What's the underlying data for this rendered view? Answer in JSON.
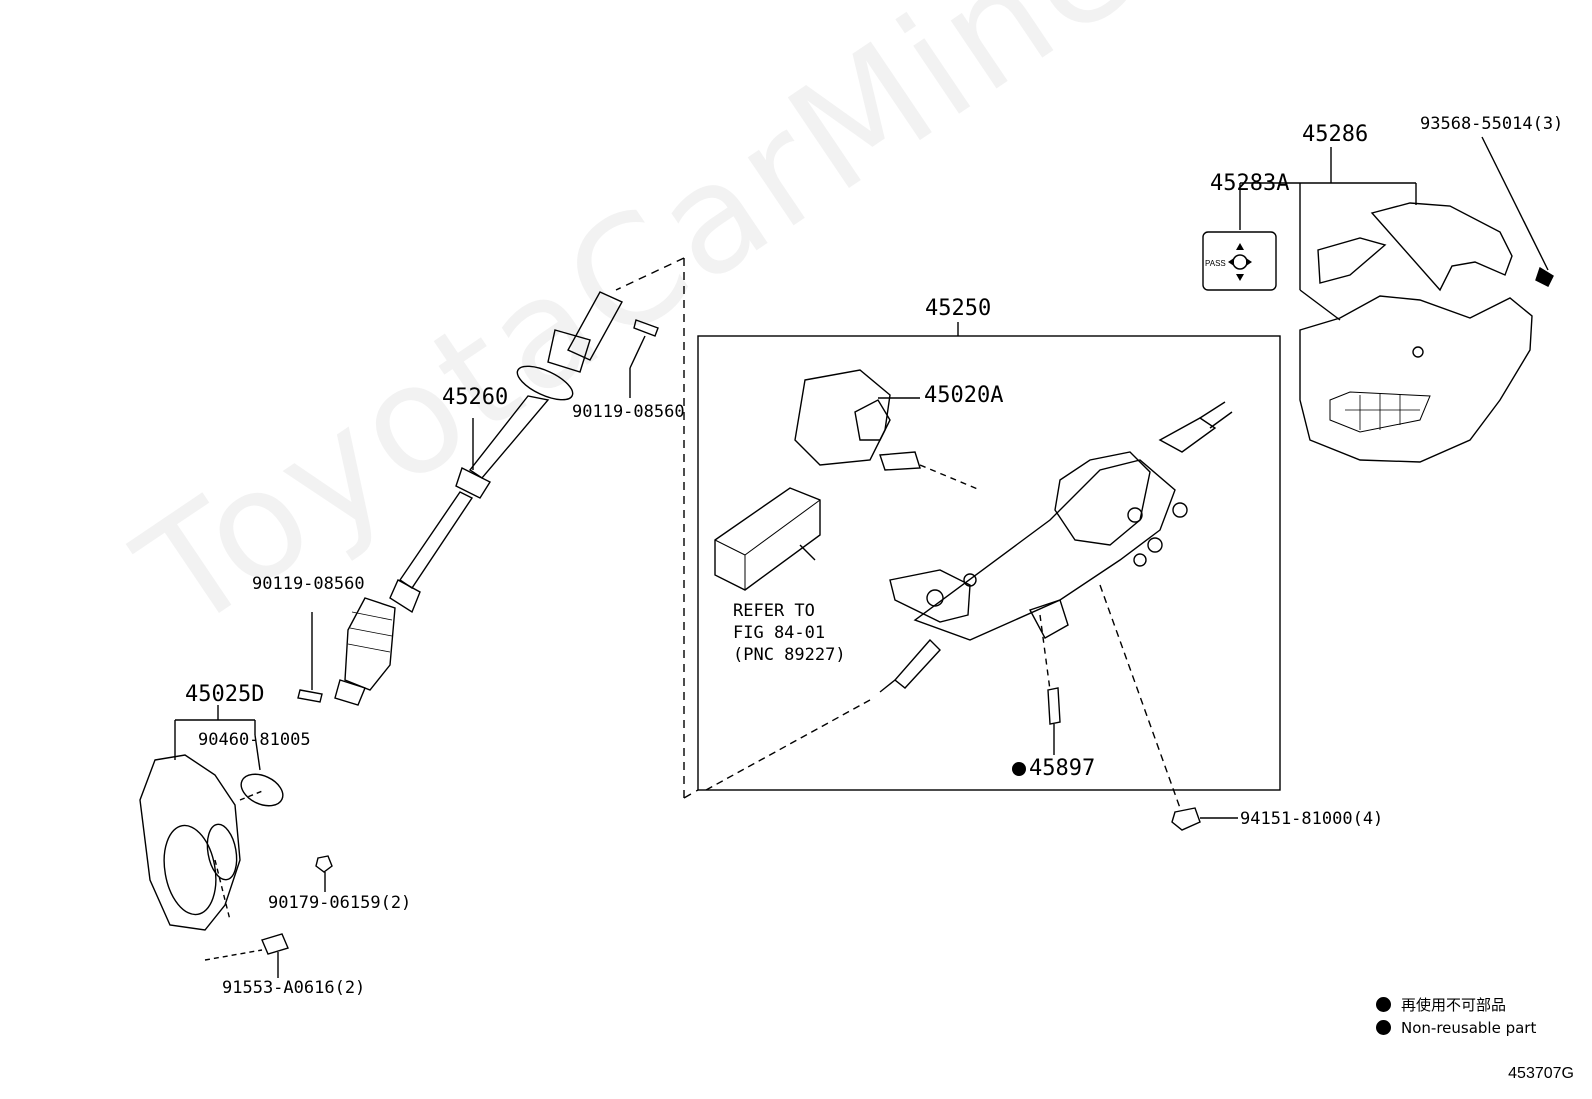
{
  "watermark": "ToyotaCarMiner.ru",
  "labels": {
    "p45286": "45286",
    "p93568": "93568-55014(3)",
    "p45283A": "45283A",
    "p45250": "45250",
    "p45020A": "45020A",
    "p45260": "45260",
    "p90119_top": "90119-08560",
    "p90119_left": "90119-08560",
    "p45025D": "45025D",
    "p90460": "90460-81005",
    "p90179": "90179-06159(2)",
    "p91553": "91553-A0616(2)",
    "p45897": "45897",
    "p94151": "94151-81000(4)",
    "refer_line1": "REFER TO",
    "refer_line2": "FIG 84-01",
    "refer_line3": "(PNC 89227)"
  },
  "switch_icon_text": "PASS",
  "legend": {
    "jp": "再使用不可部品",
    "en": "Non-reusable part"
  },
  "figure_number": "453707G"
}
